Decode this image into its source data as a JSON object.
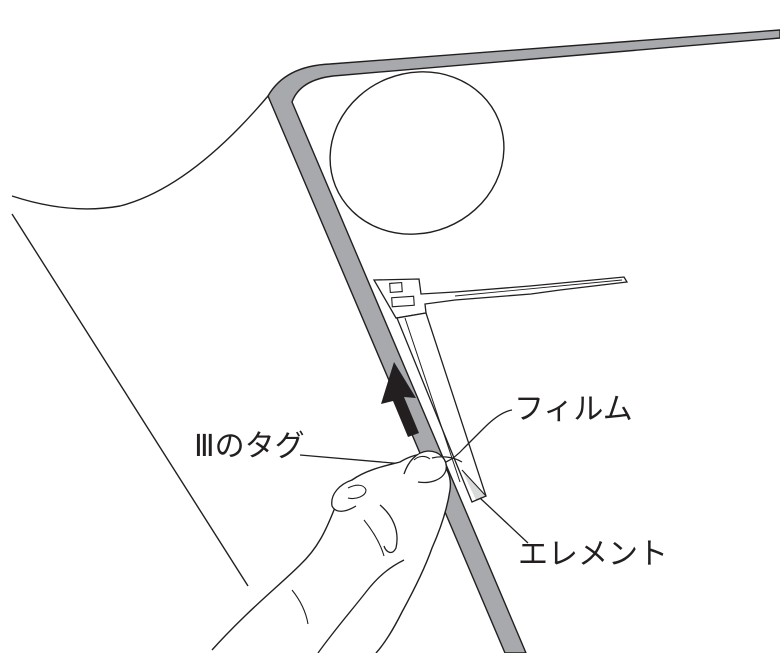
{
  "labels": {
    "film": "フィルム",
    "tag": "Ⅲのタグ",
    "element": "エレメント"
  },
  "colors": {
    "line": "#231f20",
    "frame_gray": "#a7a9ac",
    "background": "#ffffff"
  }
}
